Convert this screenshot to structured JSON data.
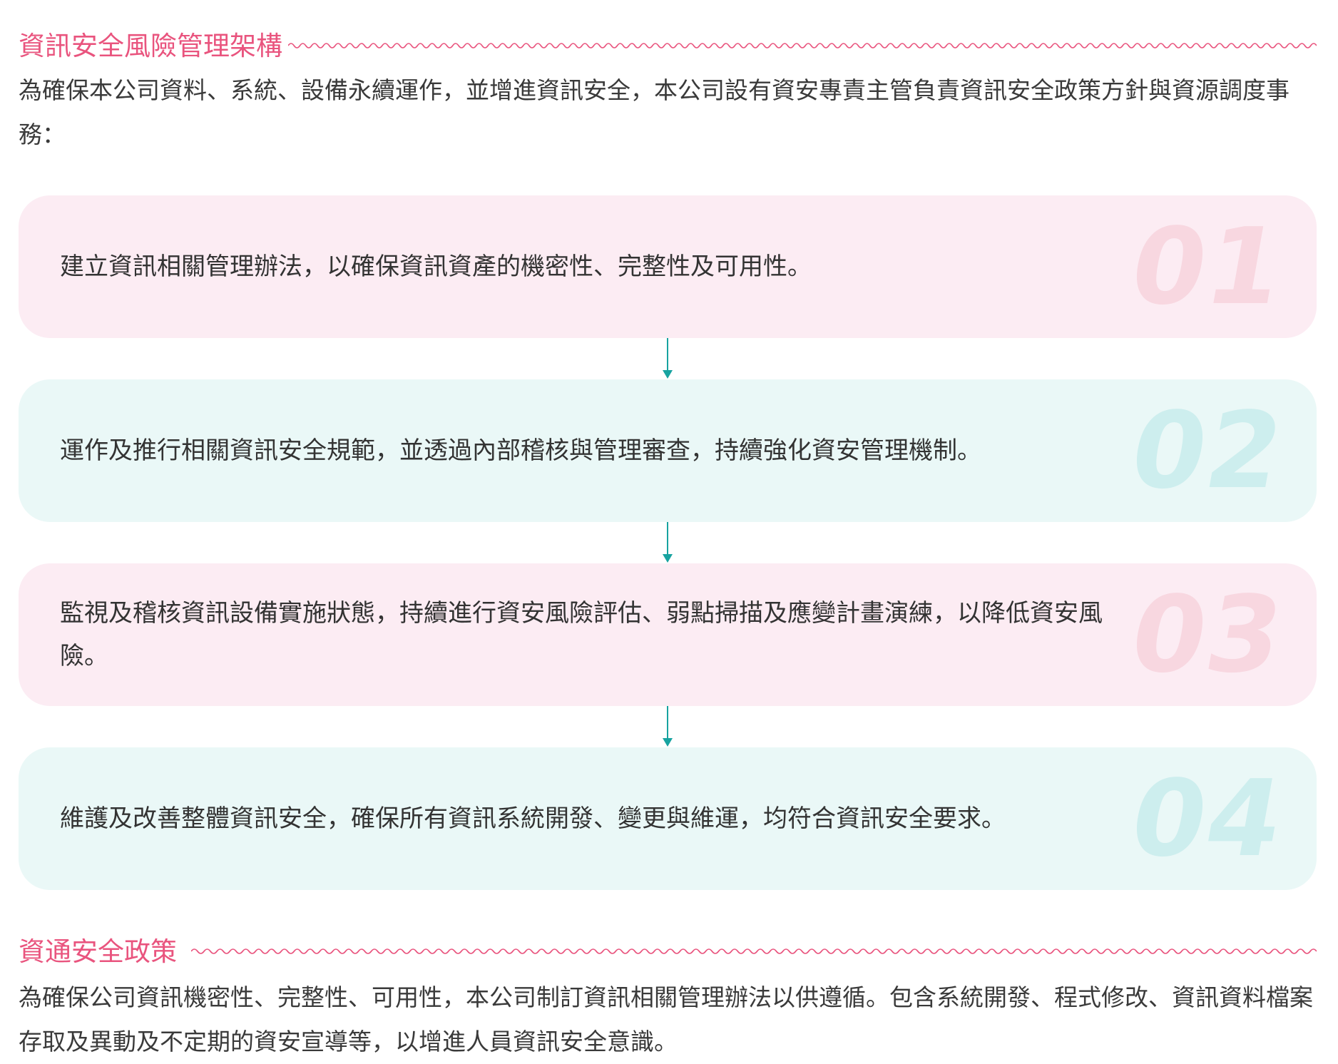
{
  "colors": {
    "heading": "#e9547e",
    "pink_card": "#fcecf3",
    "mint_card": "#eaf8f7",
    "arrow": "#17a3a0"
  },
  "section1": {
    "title": "資訊安全風險管理架構",
    "intro": "為確保本公司資料、系統、設備永續運作，並增進資訊安全，本公司設有資安專責主管負責資訊安全政策方針與資源調度事務："
  },
  "steps": [
    {
      "number": "01",
      "text": "建立資訊相關管理辦法，以確保資訊資產的機密性、完整性及可用性。"
    },
    {
      "number": "02",
      "text": "運作及推行相關資訊安全規範，並透過內部稽核與管理審查，持續強化資安管理機制。"
    },
    {
      "number": "03",
      "text": "監視及稽核資訊設備實施狀態，持續進行資安風險評估、弱點掃描及應變計畫演練，以降低資安風險。"
    },
    {
      "number": "04",
      "text": "維護及改善整體資訊安全，確保所有資訊系統開發、變更與維運，均符合資訊安全要求。"
    }
  ],
  "section2": {
    "title": "資通安全政策",
    "body": "為確保公司資訊機密性、完整性、可用性，本公司制訂資訊相關管理辦法以供遵循。包含系統開發、程式修改、資訊資料檔案存取及異動及不定期的資安宣導等，以增進人員資訊安全意識。"
  }
}
